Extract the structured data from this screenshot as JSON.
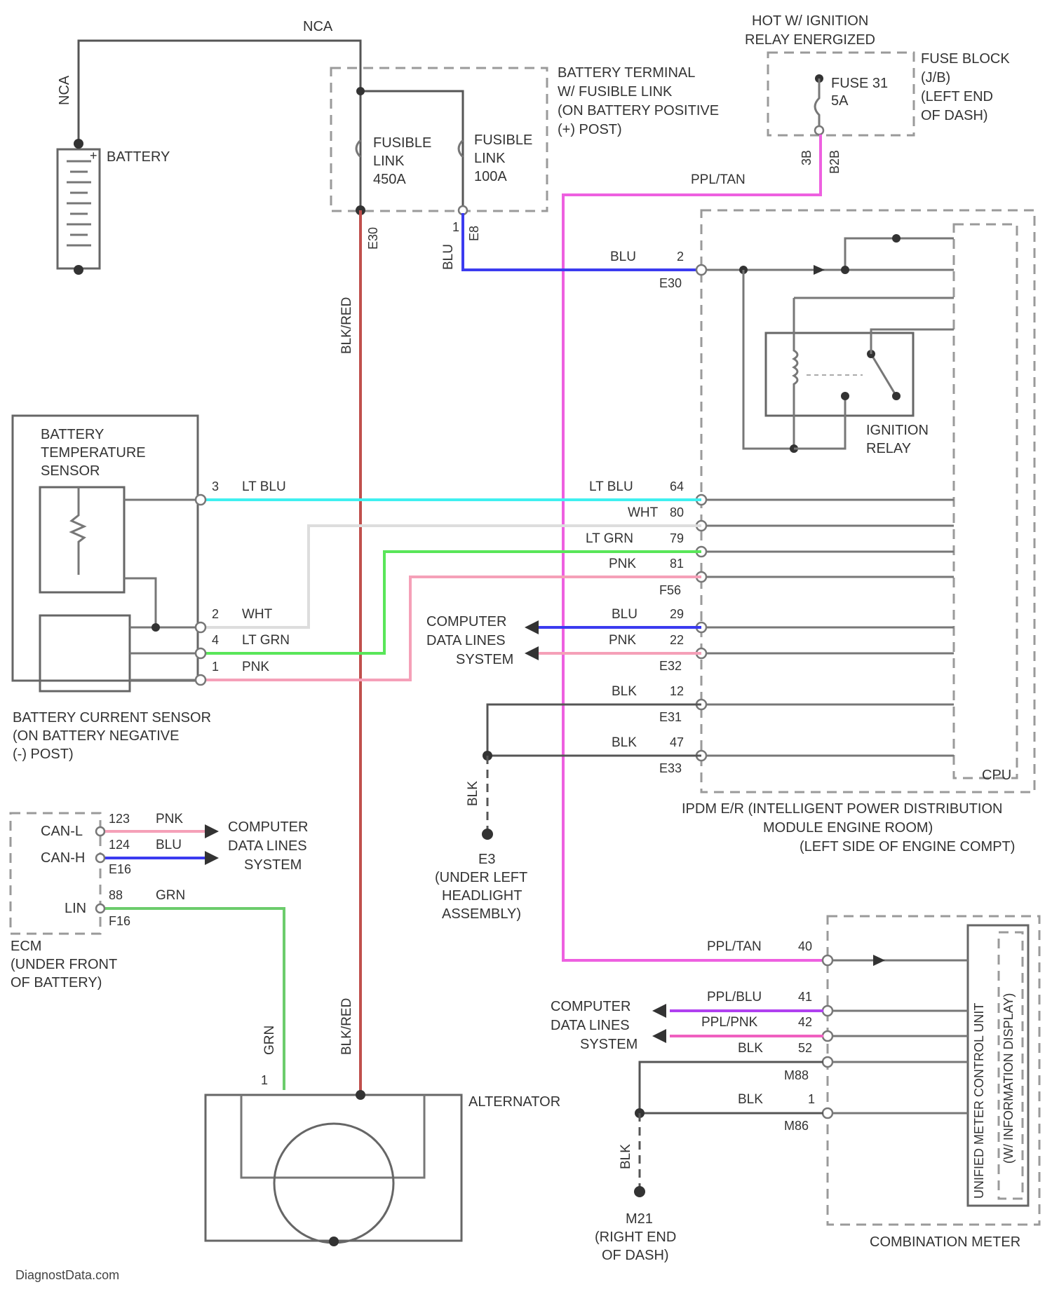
{
  "colors": {
    "wire_blk": "#555555",
    "wire_blk_red": "#c0504d",
    "wire_blu": "#3b3bf0",
    "wire_lt_blu": "#3ff0f0",
    "wire_lt_grn": "#59e659",
    "wire_grn": "#6ccc6c",
    "wire_pnk": "#f5a0b8",
    "wire_ppl_tan": "#ee60e0",
    "wire_wht": "#dddddd",
    "wire_ppl_blu": "#b040f0",
    "wire_ppl_pnk": "#f060c0"
  },
  "top": {
    "nca_top": "NCA",
    "nca_left": "NCA",
    "battery": "BATTERY",
    "battery_plus": "+"
  },
  "fusible": {
    "title": [
      "BATTERY TERMINAL",
      "W/ FUSIBLE LINK",
      "(ON BATTERY POSITIVE",
      "(+) POST)"
    ],
    "link1": [
      "FUSIBLE",
      "LINK",
      "450A"
    ],
    "link2": [
      "FUSIBLE",
      "LINK",
      "100A"
    ]
  },
  "fuse_block": {
    "header": [
      "HOT W/ IGNITION",
      "RELAY ENERGIZED"
    ],
    "fuse": [
      "FUSE 31",
      "5A"
    ],
    "location": [
      "FUSE BLOCK",
      "(J/B)",
      "(LEFT END",
      "OF DASH)"
    ],
    "pin": "3B",
    "conn": "B2B"
  },
  "wires": {
    "ppl_tan_top": "PPL/TAN",
    "blk_red_upper": "BLK/RED",
    "blk_red_lower": "BLK/RED",
    "blk_red_conn": "E30",
    "blu_v": "BLU",
    "blu_pin": "1",
    "blu_conn": "E8",
    "blu_h": "BLU",
    "blu_h_pin": "2",
    "blu_h_conn": "E30"
  },
  "ipdm": {
    "relay": [
      "IGNITION",
      "RELAY"
    ],
    "cpu": "CPU",
    "title": [
      "IPDM E/R (INTELLIGENT POWER DISTRIBUTION",
      "MODULE ENGINE ROOM)",
      "(LEFT SIDE OF ENGINE COMPT)"
    ],
    "rows": [
      {
        "wire": "LT BLU",
        "pin": "64",
        "conn": ""
      },
      {
        "wire": "WHT",
        "pin": "80",
        "conn": ""
      },
      {
        "wire": "LT GRN",
        "pin": "79",
        "conn": ""
      },
      {
        "wire": "PNK",
        "pin": "81",
        "conn": "F56"
      },
      {
        "wire": "BLU",
        "pin": "29",
        "conn": ""
      },
      {
        "wire": "PNK",
        "pin": "22",
        "conn": "E32"
      },
      {
        "wire": "BLK",
        "pin": "12",
        "conn": "E31"
      },
      {
        "wire": "BLK",
        "pin": "47",
        "conn": "E33"
      }
    ]
  },
  "data_lines_ipdm": [
    "COMPUTER",
    "DATA LINES",
    "SYSTEM"
  ],
  "ground_e3": {
    "wire": "BLK",
    "id": "E3",
    "loc": [
      "(UNDER LEFT",
      "HEADLIGHT",
      "ASSEMBLY)"
    ]
  },
  "sensor": {
    "temp": [
      "BATTERY",
      "TEMPERATURE",
      "SENSOR"
    ],
    "current": [
      "BATTERY CURRENT SENSOR",
      "(ON BATTERY NEGATIVE",
      "(-) POST)"
    ],
    "p3": "3",
    "p3w": "LT BLU",
    "p2": "2",
    "p2w": "WHT",
    "p4": "4",
    "p4w": "LT GRN",
    "p1": "1",
    "p1w": "PNK"
  },
  "ecm": {
    "canl": "CAN-L",
    "canh": "CAN-H",
    "lin": "LIN",
    "p123": "123",
    "w123": "PNK",
    "p124": "124",
    "w124": "BLU",
    "conn1": "E16",
    "p88": "88",
    "w88": "GRN",
    "conn2": "F16",
    "title": [
      "ECM",
      "(UNDER FRONT",
      "OF BATTERY)"
    ]
  },
  "data_lines_ecm": [
    "COMPUTER",
    "DATA LINES",
    "SYSTEM"
  ],
  "alternator": {
    "label": "ALTERNATOR",
    "grn": "GRN",
    "pin": "1"
  },
  "meter": {
    "rows": [
      {
        "wire": "PPL/TAN",
        "pin": "40"
      },
      {
        "wire": "PPL/BLU",
        "pin": "41"
      },
      {
        "wire": "PPL/PNK",
        "pin": "42"
      },
      {
        "wire": "BLK",
        "pin": "52"
      }
    ],
    "conn1": "M88",
    "blk2": "BLK",
    "pin2": "1",
    "conn2": "M86",
    "vertical": [
      "UNIFIED METER CONTROL UNIT",
      "(W/ INFORMATION DISPLAY)"
    ],
    "title": "COMBINATION METER"
  },
  "data_lines_meter": [
    "COMPUTER",
    "DATA LINES",
    "SYSTEM"
  ],
  "ground_m": {
    "wire": "BLK",
    "id": "M21",
    "loc": [
      "(RIGHT END",
      "OF DASH)"
    ]
  },
  "watermark": "DiagnostData.com"
}
